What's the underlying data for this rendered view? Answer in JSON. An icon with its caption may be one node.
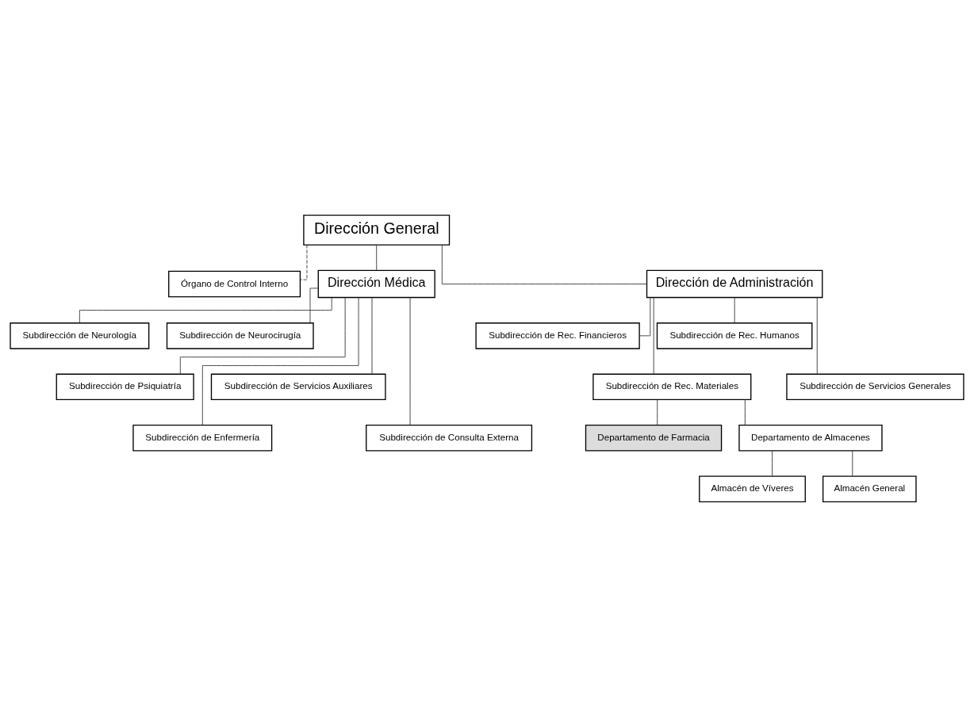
{
  "diagram": {
    "nodes": [
      {
        "text": [
          "Dirección General"
        ]
      },
      {
        "text": [
          "Órgano de Control Interno"
        ]
      },
      {
        "text": [
          "Dirección Médica"
        ]
      },
      {
        "text": [
          "Dirección de Administración"
        ]
      },
      {
        "text": [
          "Subdirección de Neurología"
        ]
      },
      {
        "text": [
          "Subdirección de Neurocirugía"
        ]
      },
      {
        "text": [
          "Subdirección de Psiquiatría"
        ]
      },
      {
        "text": [
          "Subdirección de Servicios Auxiliares"
        ]
      },
      {
        "text": [
          "Subdirección de Enfermería"
        ]
      },
      {
        "text": [
          "Subdirección de Consulta Externa"
        ]
      },
      {
        "text": [
          "Subdirección de Rec. Financieros"
        ]
      },
      {
        "text": [
          "Subdirección de Rec. Humanos"
        ]
      },
      {
        "text": [
          "Subdirección de Rec. Materiales"
        ]
      },
      {
        "text": [
          "Subdirección de Servicios Generales"
        ]
      },
      {
        "text": [
          "Departamento de Farmacia"
        ]
      },
      {
        "text": [
          "Departamento de Almacenes"
        ]
      },
      {
        "text": [
          "Almacén de Víveres"
        ]
      },
      {
        "text": [
          "Almacén General"
        ]
      }
    ],
    "edges": [
      {
        "from": 0,
        "to": 1,
        "arrow": "none",
        "style": "dashed"
      },
      {
        "from": 0,
        "to": 2,
        "arrow": "none"
      },
      {
        "from": 0,
        "to": 3,
        "arrow": "none"
      },
      {
        "from": 2,
        "to": 4,
        "arrow": "none"
      },
      {
        "from": 2,
        "to": 5,
        "arrow": "none"
      },
      {
        "from": 2,
        "to": 6,
        "arrow": "none"
      },
      {
        "from": 2,
        "to": 7,
        "arrow": "none"
      },
      {
        "from": 2,
        "to": 8,
        "arrow": "none"
      },
      {
        "from": 2,
        "to": 9,
        "arrow": "none"
      },
      {
        "from": 3,
        "to": 10,
        "arrow": "none"
      },
      {
        "from": 3,
        "to": 11,
        "arrow": "none"
      },
      {
        "from": 3,
        "to": 12,
        "arrow": "none"
      },
      {
        "from": 3,
        "to": 13,
        "arrow": "none"
      },
      {
        "from": 12,
        "to": 14,
        "arrow": "none"
      },
      {
        "from": 12,
        "to": 15,
        "arrow": "none"
      },
      {
        "from": 15,
        "to": 16,
        "arrow": "none"
      },
      {
        "from": 15,
        "to": 17,
        "arrow": "none"
      }
    ]
  }
}
